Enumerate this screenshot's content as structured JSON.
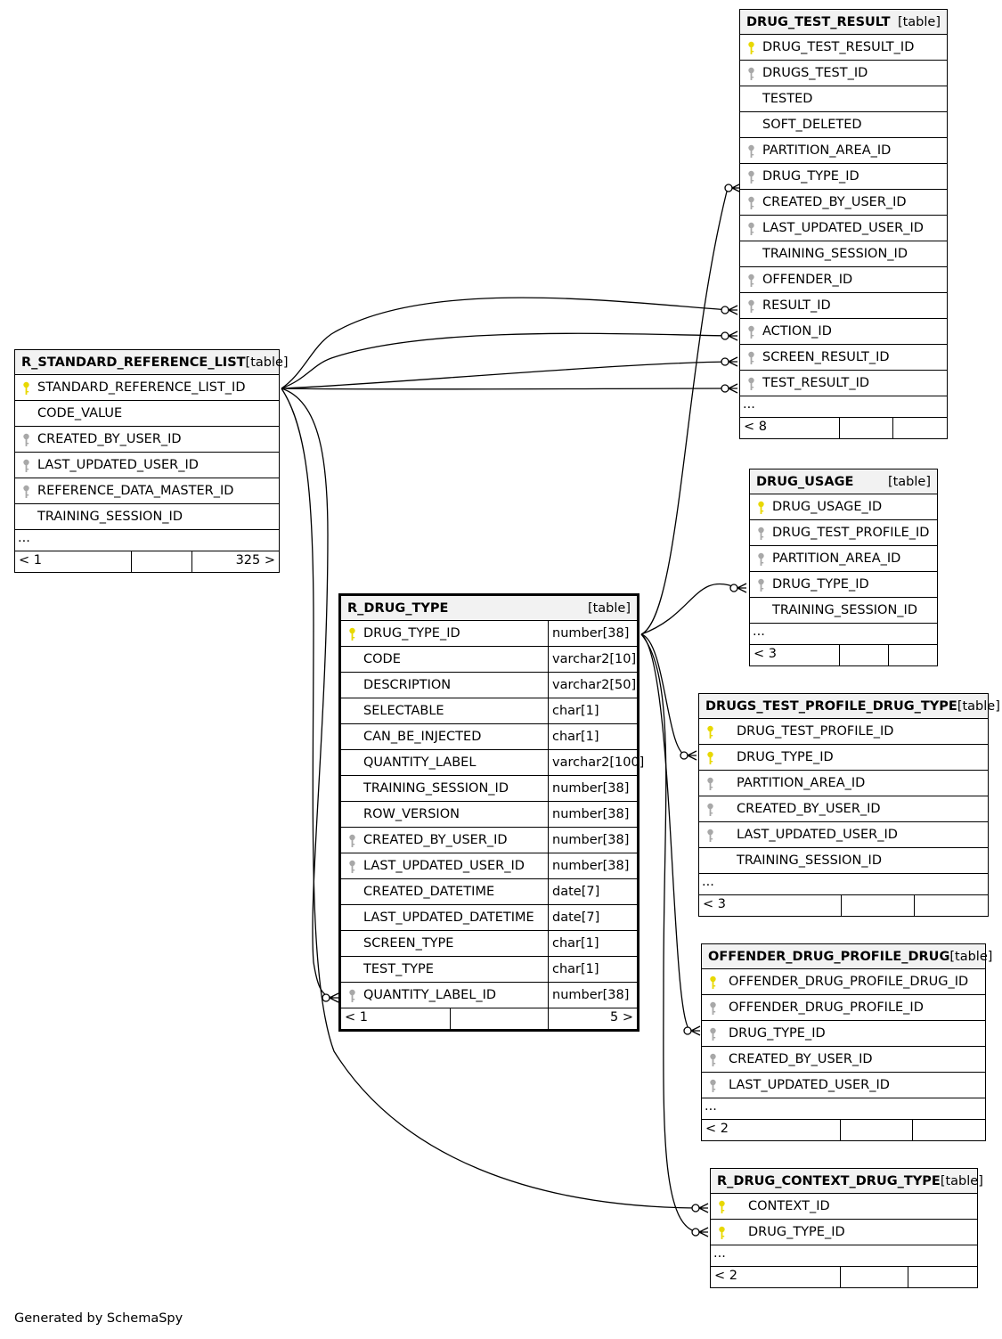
{
  "footer_text": "Generated by SchemaSpy",
  "tables": {
    "drug_test_result": {
      "name": "DRUG_TEST_RESULT",
      "kind": "[table]",
      "columns": [
        {
          "name": "DRUG_TEST_RESULT_ID",
          "key": "pk"
        },
        {
          "name": "DRUGS_TEST_ID",
          "key": "fk"
        },
        {
          "name": "TESTED",
          "key": ""
        },
        {
          "name": "SOFT_DELETED",
          "key": ""
        },
        {
          "name": "PARTITION_AREA_ID",
          "key": "fk"
        },
        {
          "name": "DRUG_TYPE_ID",
          "key": "fk"
        },
        {
          "name": "CREATED_BY_USER_ID",
          "key": "fk"
        },
        {
          "name": "LAST_UPDATED_USER_ID",
          "key": "fk"
        },
        {
          "name": "TRAINING_SESSION_ID",
          "key": ""
        },
        {
          "name": "OFFENDER_ID",
          "key": "fk"
        },
        {
          "name": "RESULT_ID",
          "key": "fk"
        },
        {
          "name": "ACTION_ID",
          "key": "fk"
        },
        {
          "name": "SCREEN_RESULT_ID",
          "key": "fk"
        },
        {
          "name": "TEST_RESULT_ID",
          "key": "fk"
        }
      ],
      "more": "...",
      "foot_left": "< 8",
      "foot_right": ""
    },
    "r_standard_reference_list": {
      "name": "R_STANDARD_REFERENCE_LIST",
      "kind": "[table]",
      "columns": [
        {
          "name": "STANDARD_REFERENCE_LIST_ID",
          "key": "pk"
        },
        {
          "name": "CODE_VALUE",
          "key": ""
        },
        {
          "name": "CREATED_BY_USER_ID",
          "key": "fk"
        },
        {
          "name": "LAST_UPDATED_USER_ID",
          "key": "fk"
        },
        {
          "name": "REFERENCE_DATA_MASTER_ID",
          "key": "fk"
        },
        {
          "name": "TRAINING_SESSION_ID",
          "key": ""
        }
      ],
      "more": "...",
      "foot_left": "< 1",
      "foot_right": "325 >"
    },
    "drug_usage": {
      "name": "DRUG_USAGE",
      "kind": "[table]",
      "columns": [
        {
          "name": "DRUG_USAGE_ID",
          "key": "pk"
        },
        {
          "name": "DRUG_TEST_PROFILE_ID",
          "key": "fk"
        },
        {
          "name": "PARTITION_AREA_ID",
          "key": "fk"
        },
        {
          "name": "DRUG_TYPE_ID",
          "key": "fk"
        },
        {
          "name": "TRAINING_SESSION_ID",
          "key": ""
        }
      ],
      "more": "...",
      "foot_left": "< 3",
      "foot_right": ""
    },
    "r_drug_type": {
      "name": "R_DRUG_TYPE",
      "kind": "[table]",
      "columns": [
        {
          "name": "DRUG_TYPE_ID",
          "key": "pk",
          "type": "number[38]"
        },
        {
          "name": "CODE",
          "key": "",
          "type": "varchar2[10]"
        },
        {
          "name": "DESCRIPTION",
          "key": "",
          "type": "varchar2[50]"
        },
        {
          "name": "SELECTABLE",
          "key": "",
          "type": "char[1]"
        },
        {
          "name": "CAN_BE_INJECTED",
          "key": "",
          "type": "char[1]"
        },
        {
          "name": "QUANTITY_LABEL",
          "key": "",
          "type": "varchar2[100]"
        },
        {
          "name": "TRAINING_SESSION_ID",
          "key": "",
          "type": "number[38]"
        },
        {
          "name": "ROW_VERSION",
          "key": "",
          "type": "number[38]"
        },
        {
          "name": "CREATED_BY_USER_ID",
          "key": "fk",
          "type": "number[38]"
        },
        {
          "name": "LAST_UPDATED_USER_ID",
          "key": "fk",
          "type": "number[38]"
        },
        {
          "name": "CREATED_DATETIME",
          "key": "",
          "type": "date[7]"
        },
        {
          "name": "LAST_UPDATED_DATETIME",
          "key": "",
          "type": "date[7]"
        },
        {
          "name": "SCREEN_TYPE",
          "key": "",
          "type": "char[1]"
        },
        {
          "name": "TEST_TYPE",
          "key": "",
          "type": "char[1]"
        },
        {
          "name": "QUANTITY_LABEL_ID",
          "key": "fk",
          "type": "number[38]"
        }
      ],
      "foot_left": "< 1",
      "foot_right": "5 >"
    },
    "drugs_test_profile_drug_type": {
      "name": "DRUGS_TEST_PROFILE_DRUG_TYPE",
      "kind": "[table]",
      "columns": [
        {
          "name": "DRUG_TEST_PROFILE_ID",
          "key": "pk"
        },
        {
          "name": "DRUG_TYPE_ID",
          "key": "pk"
        },
        {
          "name": "PARTITION_AREA_ID",
          "key": "fk"
        },
        {
          "name": "CREATED_BY_USER_ID",
          "key": "fk"
        },
        {
          "name": "LAST_UPDATED_USER_ID",
          "key": "fk"
        },
        {
          "name": "TRAINING_SESSION_ID",
          "key": ""
        }
      ],
      "more": "...",
      "foot_left": "< 3",
      "foot_right": ""
    },
    "offender_drug_profile_drug": {
      "name": "OFFENDER_DRUG_PROFILE_DRUG",
      "kind": "[table]",
      "columns": [
        {
          "name": "OFFENDER_DRUG_PROFILE_DRUG_ID",
          "key": "pk"
        },
        {
          "name": "OFFENDER_DRUG_PROFILE_ID",
          "key": "fk"
        },
        {
          "name": "DRUG_TYPE_ID",
          "key": "fk"
        },
        {
          "name": "CREATED_BY_USER_ID",
          "key": "fk"
        },
        {
          "name": "LAST_UPDATED_USER_ID",
          "key": "fk"
        }
      ],
      "more": "...",
      "foot_left": "< 2",
      "foot_right": ""
    },
    "r_drug_context_drug_type": {
      "name": "R_DRUG_CONTEXT_DRUG_TYPE",
      "kind": "[table]",
      "columns": [
        {
          "name": "CONTEXT_ID",
          "key": "pk"
        },
        {
          "name": "DRUG_TYPE_ID",
          "key": "pk"
        }
      ],
      "more": "...",
      "foot_left": "< 2",
      "foot_right": ""
    }
  },
  "colors": {
    "pk_key": "#e8d800",
    "fk_key": "#a8a8a8",
    "header_bg": "#f2f2f2",
    "line": "#000000"
  }
}
